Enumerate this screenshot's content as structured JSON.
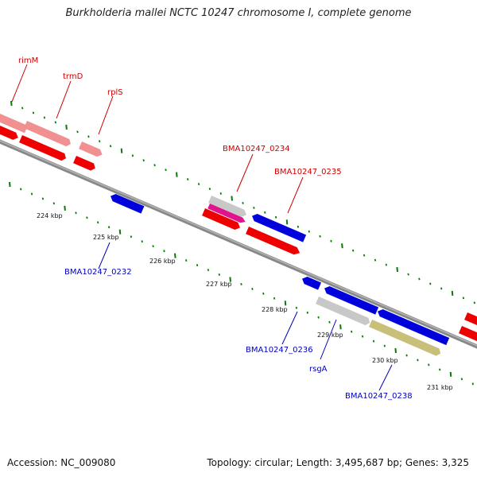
{
  "title": "Burkholderia mallei NCTC 10247 chromosome I, complete genome",
  "footer": {
    "accession": "Accession: NC_009080",
    "summary": "Topology: circular; Length: 3,495,687 bp; Genes: 3,325"
  },
  "colors": {
    "backbone": "#888888",
    "tick": "#0a7a0a",
    "forward_label": "#cc0000",
    "reverse_label": "#0000bb",
    "cds_forward": "#ee0000",
    "cds_reverse": "#0000dd",
    "gene_forward": "#f09090",
    "gene_gray": "#c8c8c8",
    "rna": "#e0138c",
    "cog_olive": "#c8bf7a"
  },
  "tick_labels": [
    "224 kbp",
    "225 kbp",
    "226 kbp",
    "227 kbp",
    "228 kbp",
    "229 kbp",
    "230 kbp",
    "231 kbp"
  ],
  "gene_labels": {
    "rimM": "rimM",
    "trmD": "trmD",
    "rplS": "rplS",
    "bma0234": "BMA10247_0234",
    "bma0235": "BMA10247_0235",
    "bma0232": "BMA10247_0232",
    "bma0236": "BMA10247_0236",
    "rsgA": "rsgA",
    "bma0238": "BMA10247_0238"
  }
}
